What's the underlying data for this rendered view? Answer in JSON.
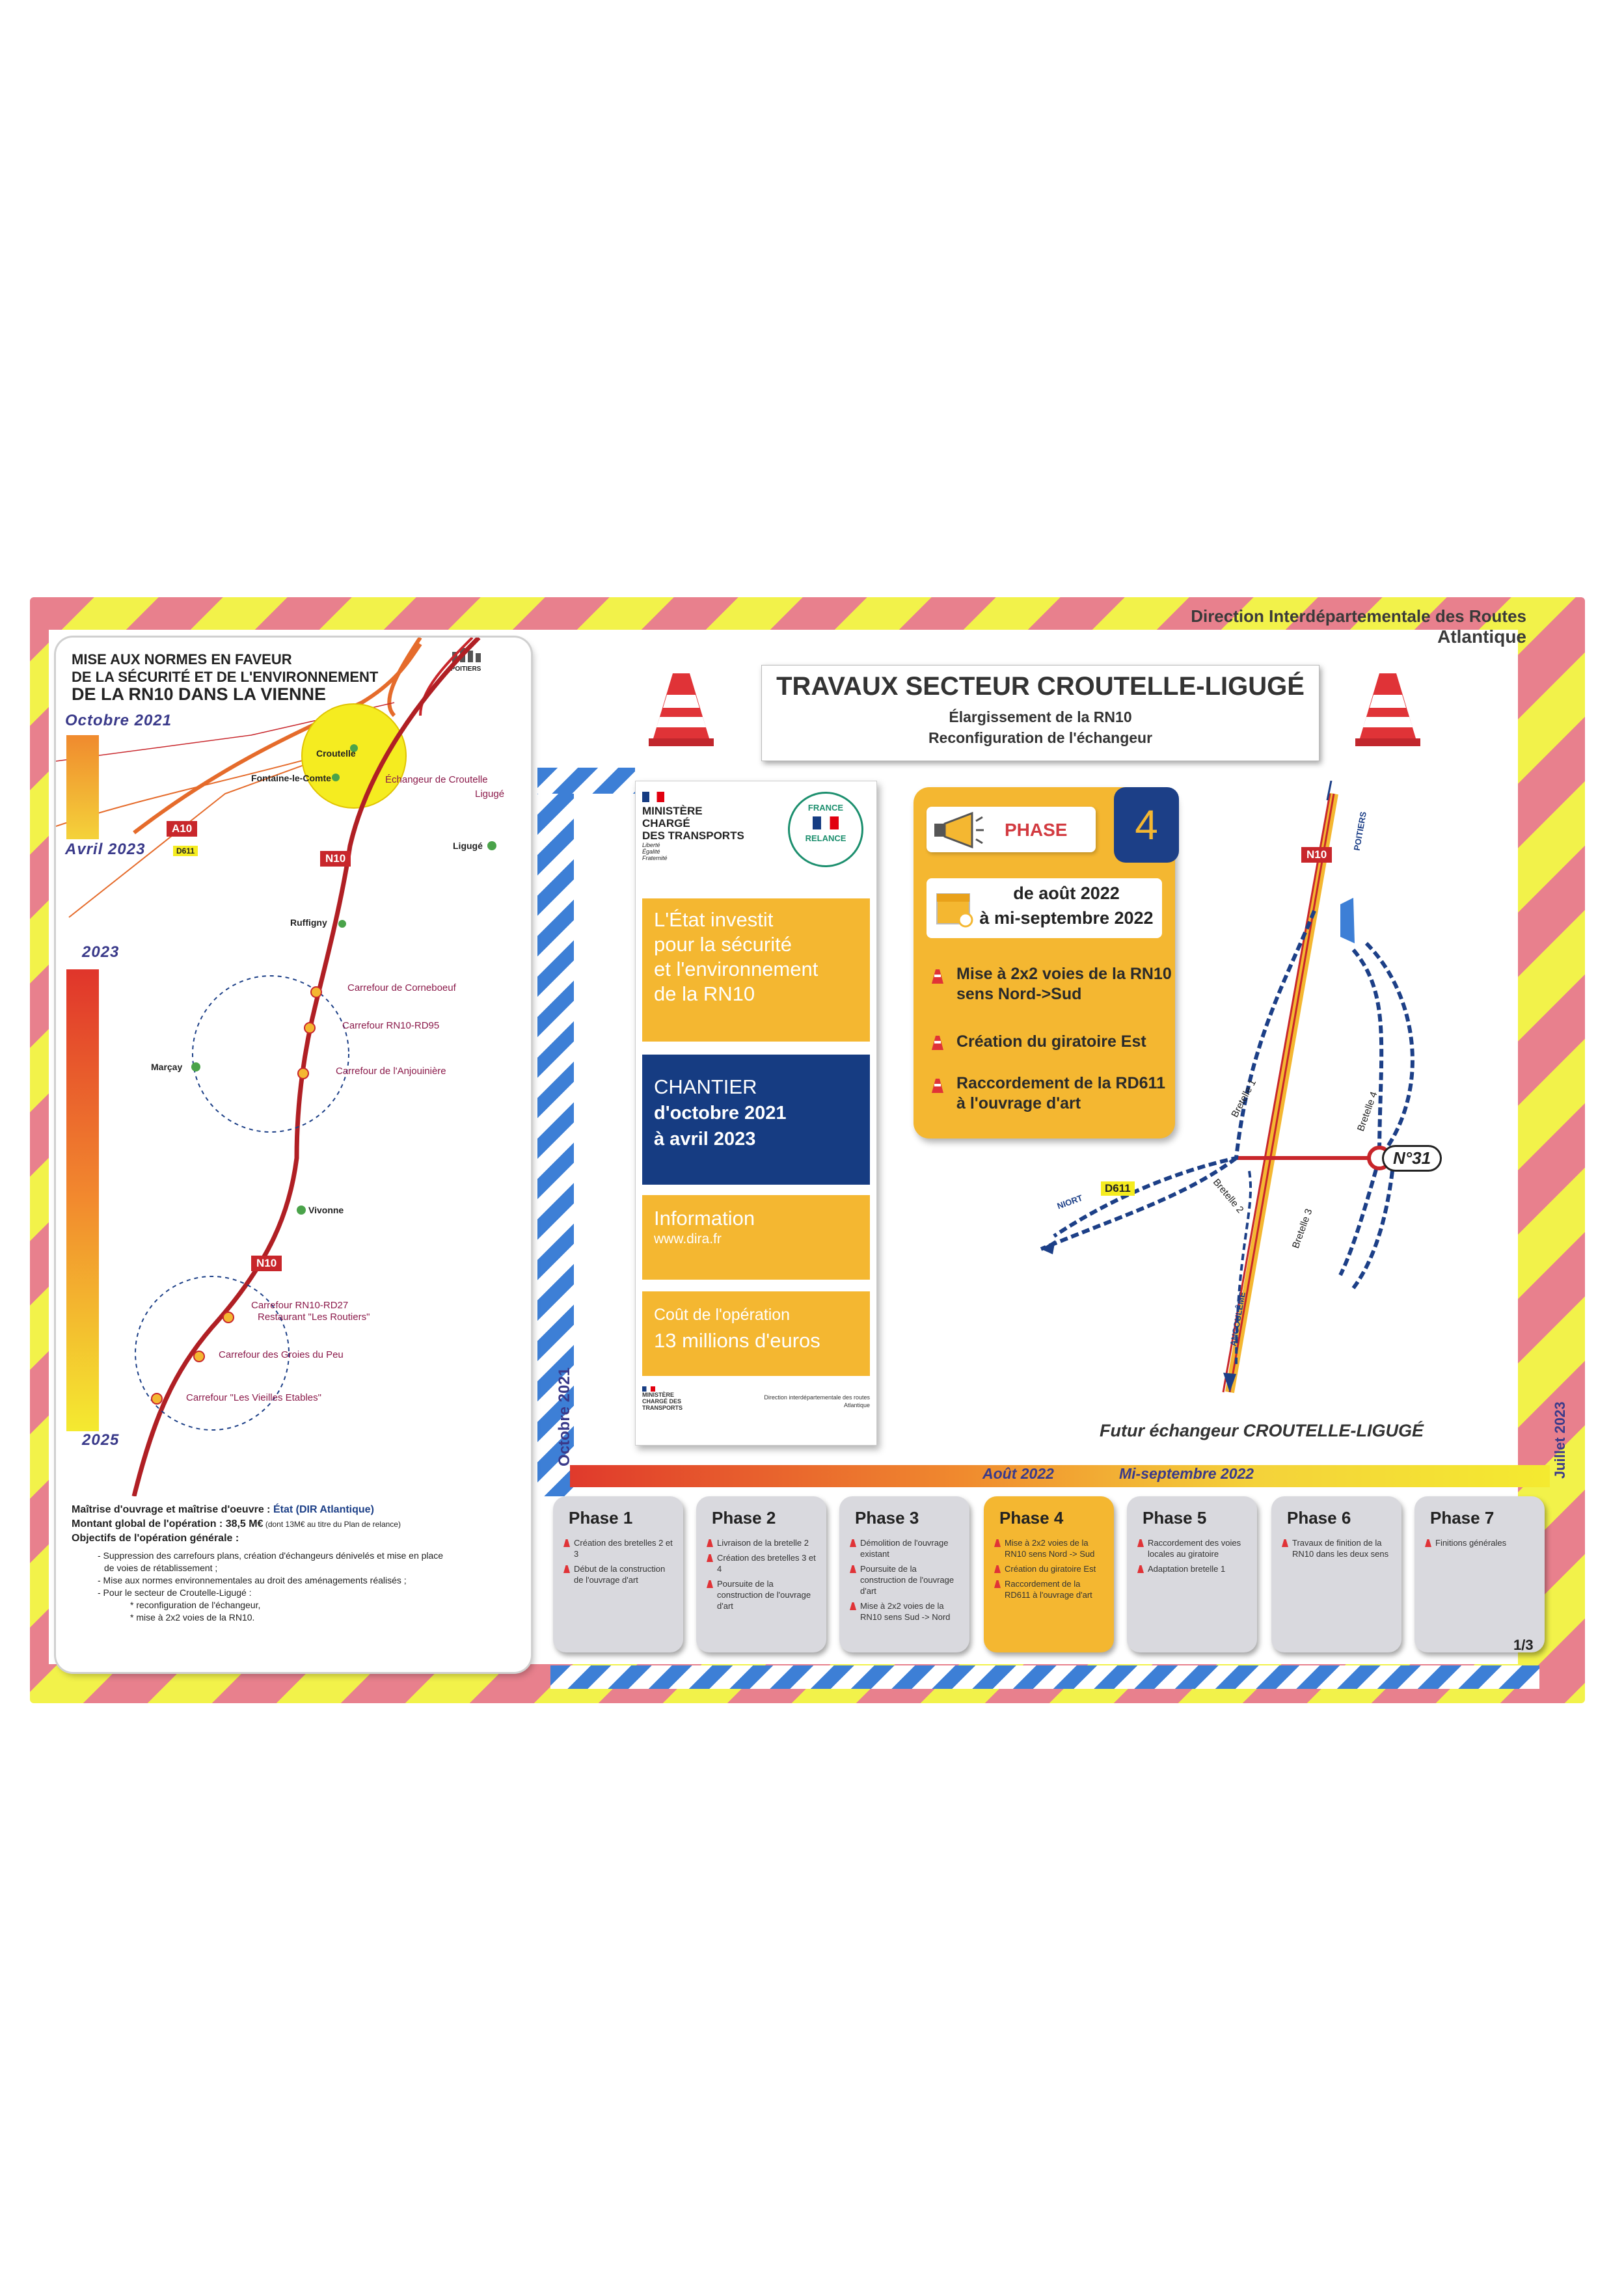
{
  "header": {
    "org_line1": "Direction Interdépartementale des Routes",
    "org_line2": "Atlantique"
  },
  "title": {
    "main": "TRAVAUX SECTEUR CROUTELLE-LIGUGÉ",
    "sub1": "Élargissement de la RN10",
    "sub2": "Reconfiguration de l'échangeur"
  },
  "left_panel": {
    "title_line1": "MISE AUX NORMES EN FAVEUR",
    "title_line2": "DE LA SÉCURITÉ ET DE L'ENVIRONNEMENT",
    "title_line3": "DE LA RN10 DANS LA VIENNE",
    "logo_text": "POITIERS",
    "dates": [
      "Octobre 2021",
      "Avril 2023",
      "2023",
      "2025"
    ],
    "places": [
      "Croutelle",
      "Fontaine-le-Comte",
      "Ligugé",
      "Ruffigny",
      "Marçay",
      "Vivonne"
    ],
    "roads": [
      "A10",
      "D611",
      "N10",
      "N10"
    ],
    "carrefours": [
      "Échangeur de Croutelle",
      "Ligugé",
      "Carrefour de Corneboeuf",
      "Carrefour RN10-RD95",
      "Carrefour de l'Anjouinière",
      "Carrefour RN10-RD27",
      "Restaurant \"Les Routiers\"",
      "Carrefour des Groies du Peu",
      "Carrefour \"Les Vieilles Etables\""
    ],
    "info_line1_label": "Maîtrise d'ouvrage et maîtrise d'oeuvre : ",
    "info_line1_value": "État (DIR Atlantique)",
    "info_line2_label": "Montant global de l'opération : ",
    "info_line2_value": "38,5 M€",
    "info_line2_note": " (dont 13M€ au titre du Plan de relance)",
    "info_line3": "Objectifs de l'opération générale :",
    "objectives": [
      "- Suppression des carrefours plans, création d'échangeurs dénivelés et mise en place",
      "de voies de rétablissement ;",
      "- Mise aux normes environnementales au droit des aménagements réalisés ;",
      "- Pour le secteur de Croutelle-Ligugé :",
      "* reconfiguration de l'échangeur,",
      "* mise à 2x2 voies de la RN10."
    ]
  },
  "card": {
    "ministry_line1": "MINISTÈRE",
    "ministry_line2": "CHARGÉ",
    "ministry_line3": "DES TRANSPORTS",
    "motto1": "Liberté",
    "motto2": "Égalité",
    "motto3": "Fraternité",
    "relance1": "FRANCE",
    "relance2": "RELANCE",
    "invest_text": [
      "L'État investit",
      "pour la sécurité",
      "et l'environnement",
      "de la RN10"
    ],
    "chantier_label": "CHANTIER",
    "chantier_dates1": "d'octobre 2021",
    "chantier_dates2": "à avril 2023",
    "info_label": "Information",
    "info_url": "www.dira.fr",
    "cost_label": "Coût de l'opération",
    "cost_value": "13 millions d'euros",
    "footer_ministry": "MINISTÈRE CHARGÉ DES TRANSPORTS",
    "footer_dir1": "Direction interdépartementale des routes",
    "footer_dir2": "Atlantique"
  },
  "phase_card": {
    "label": "PHASE",
    "number": "4",
    "date_line1": "de août 2022",
    "date_line2": "à mi-septembre 2022",
    "bullets": [
      [
        "Mise à 2x2 voies de la RN10",
        "sens Nord->Sud"
      ],
      [
        "Création du giratoire Est"
      ],
      [
        "Raccordement de la RD611",
        "à l'ouvrage d'art"
      ]
    ]
  },
  "diagram": {
    "road_top": "N10",
    "label_poitiers": "POITIERS",
    "label_niort": "NIORT",
    "label_d611": "D611",
    "label_angouleme": "ANGOULÊME",
    "bretelles": [
      "Bretelle 1",
      "Bretelle 2",
      "Bretelle 3",
      "Bretelle 4"
    ],
    "exit_number": "N°31",
    "caption": "Futur échangeur CROUTELLE-LIGUGÉ"
  },
  "timeline": {
    "start": "Octobre 2021",
    "aout": "Août 2022",
    "mi_sept": "Mi-septembre 2022",
    "end": "Juillet 2023",
    "page": "1/3",
    "phases": [
      {
        "title": "Phase 1",
        "items": [
          "Création des bretelles 2 et 3",
          "Début de la construction de l'ouvrage d'art"
        ]
      },
      {
        "title": "Phase 2",
        "items": [
          "Livraison de la bretelle 2",
          "Création des bretelles 3 et 4",
          "Poursuite de la construction de l'ouvrage d'art"
        ]
      },
      {
        "title": "Phase 3",
        "items": [
          "Démolition de l'ouvrage existant",
          "Poursuite de la construction de l'ouvrage d'art",
          "Mise à 2x2 voies de la RN10 sens Sud -> Nord"
        ]
      },
      {
        "title": "Phase 4",
        "items": [
          "Mise à 2x2 voies de la RN10 sens Nord -> Sud",
          "Création du giratoire Est",
          "Raccordement de la RD611 à l'ouvrage d'art"
        ]
      },
      {
        "title": "Phase 5",
        "items": [
          "Raccordement des voies locales au giratoire",
          "Adaptation bretelle 1"
        ]
      },
      {
        "title": "Phase 6",
        "items": [
          "Travaux de finition de la RN10 dans les deux sens"
        ]
      },
      {
        "title": "Phase 7",
        "items": [
          "Finitions générales"
        ]
      }
    ]
  },
  "colors": {
    "stripe_pink": "#e8808d",
    "stripe_yellow": "#f2f24a",
    "navy": "#163c82",
    "orange_yellow": "#f4b731",
    "road_red": "#c8262b"
  }
}
